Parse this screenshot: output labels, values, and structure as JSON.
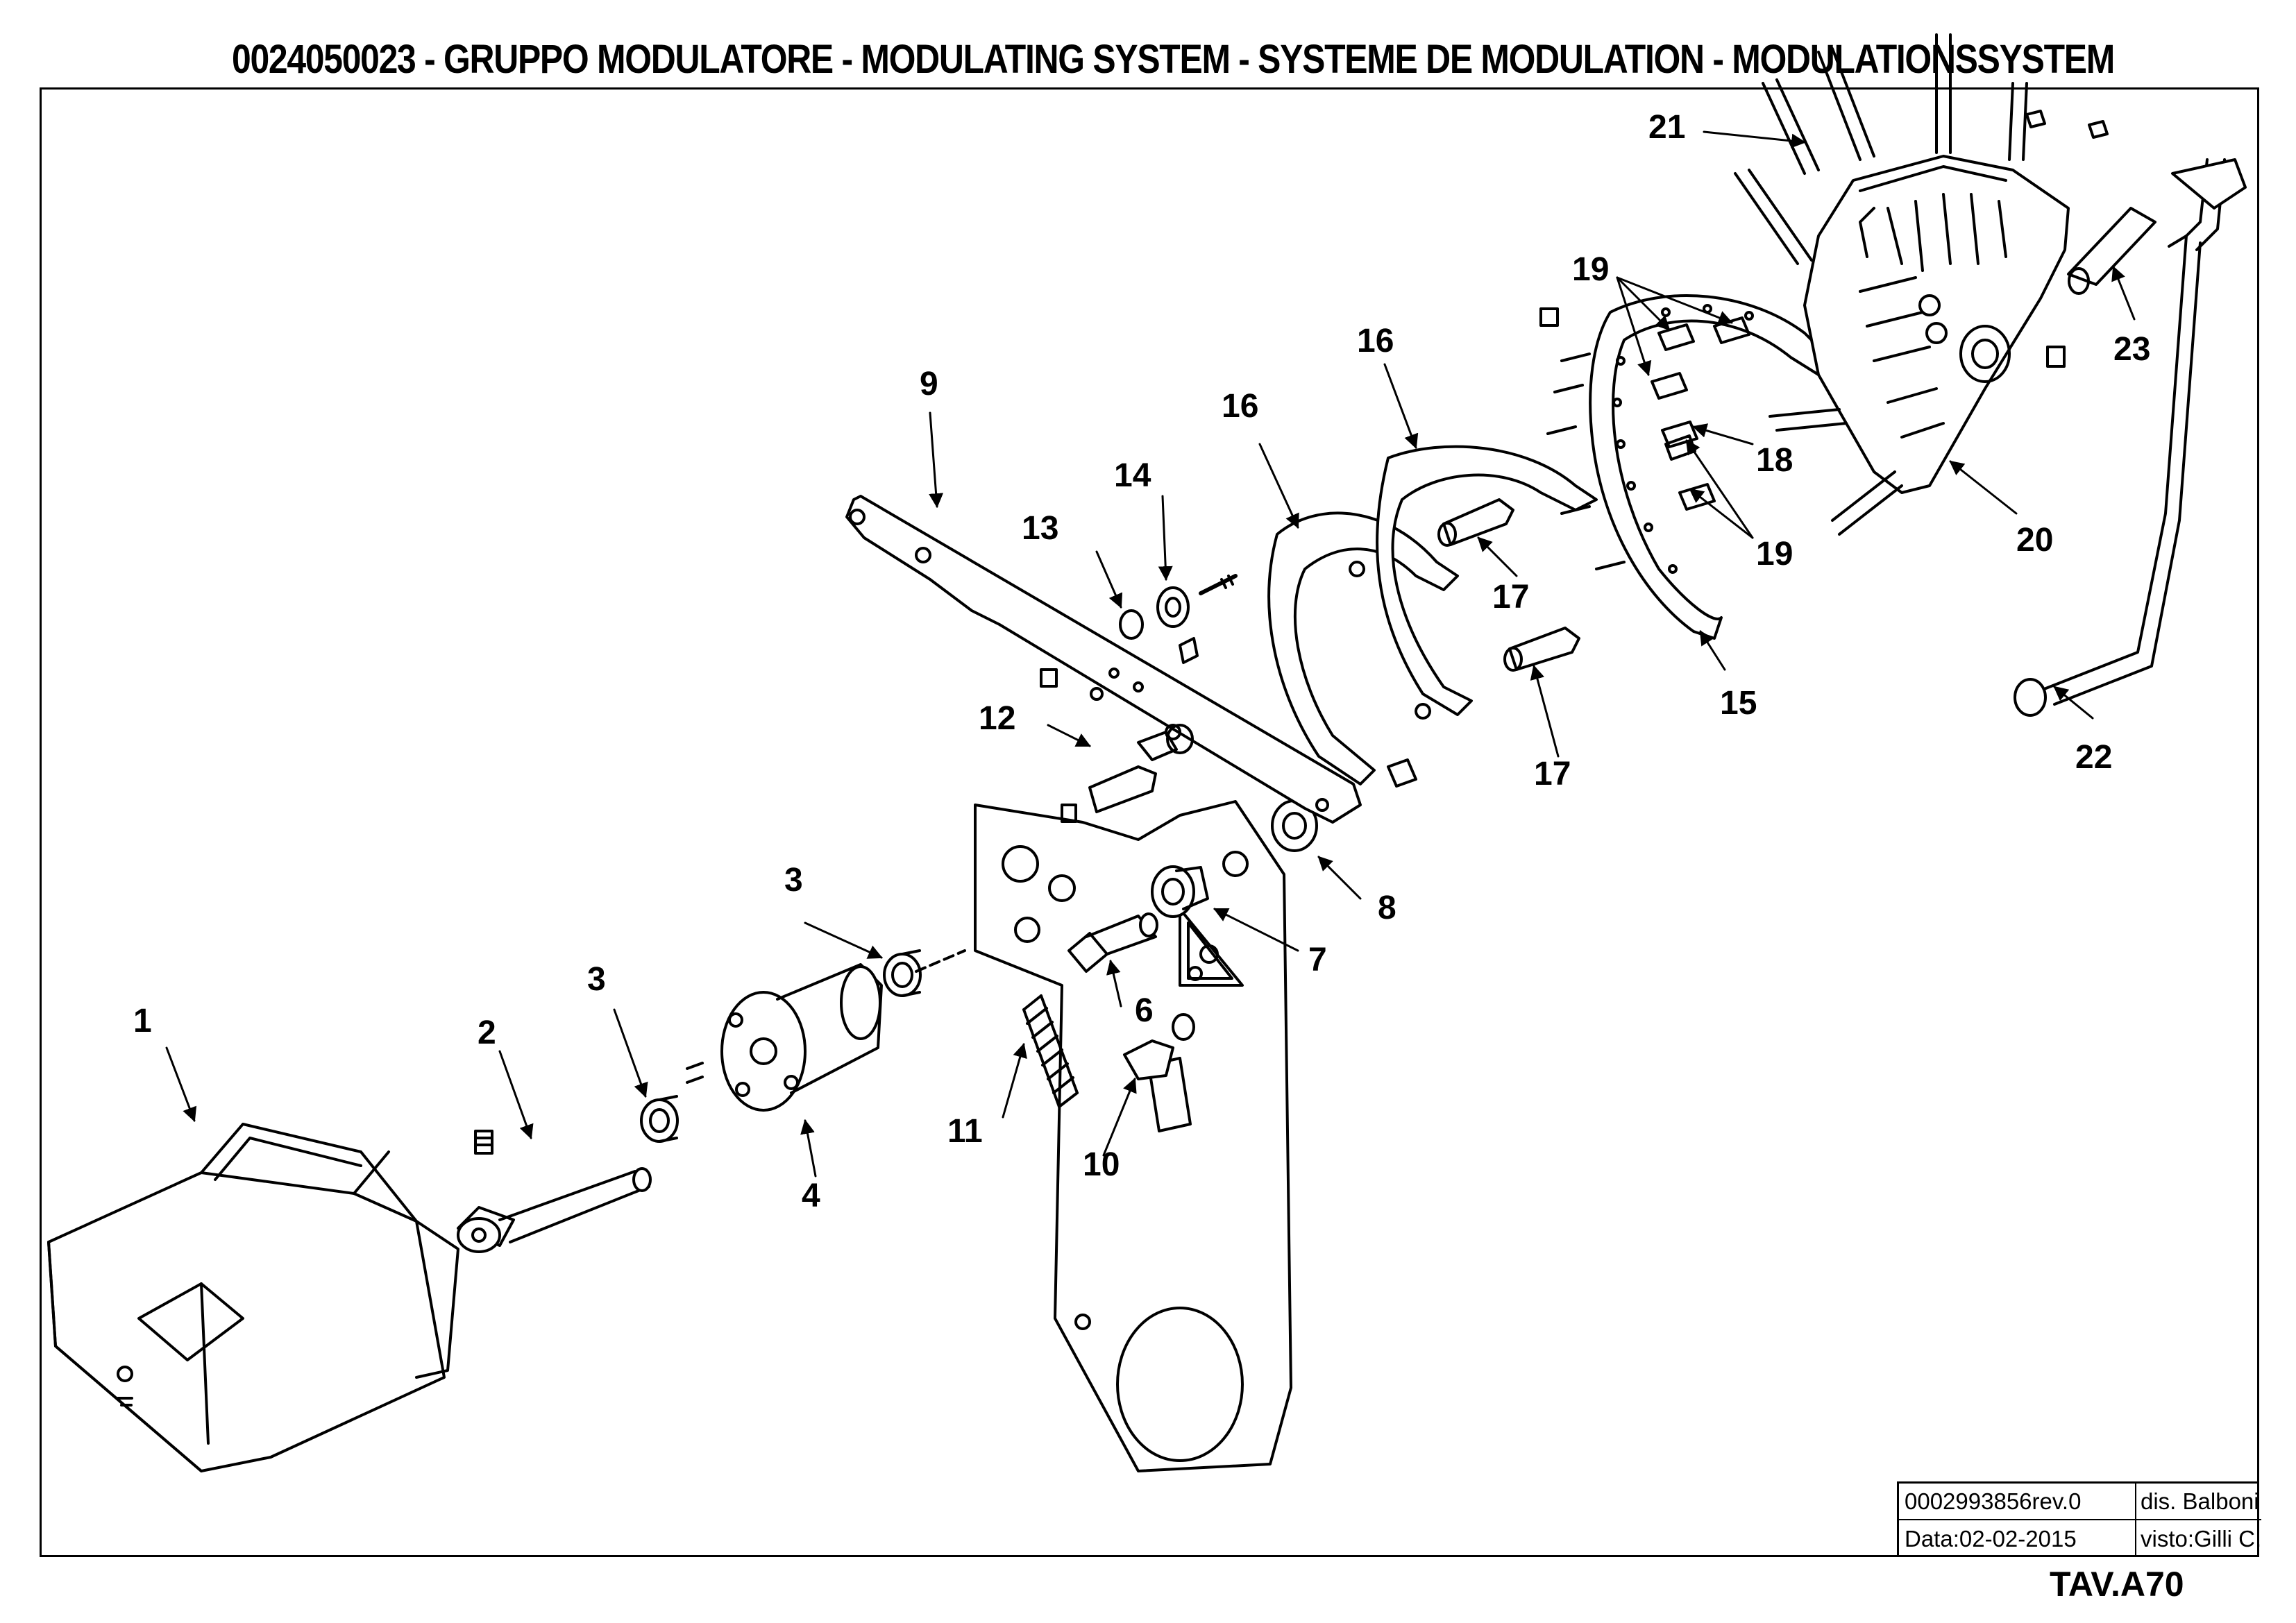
{
  "title": "0024050023 - GRUPPO MODULATORE - MODULATING SYSTEM - SYSTEME DE MODULATION - MODULATIONSSYSTEM",
  "callouts": [
    "1",
    "2",
    "3",
    "3",
    "4",
    "6",
    "7",
    "8",
    "9",
    "10",
    "11",
    "12",
    "13",
    "14",
    "15",
    "16",
    "16",
    "17",
    "17",
    "18",
    "19",
    "19",
    "20",
    "21",
    "22",
    "23"
  ],
  "title_block": {
    "drawing_number": "0002993856rev.0",
    "designer": "dis. Balboni",
    "date": "Data:02-02-2015",
    "checked": "visto:Gilli C."
  },
  "sheet": "TAV.A70"
}
